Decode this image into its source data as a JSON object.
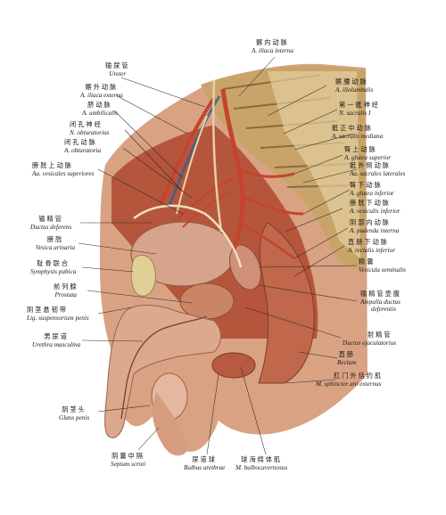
{
  "labels": {
    "a_iliaca_interna": {
      "cn": "髂内动脉",
      "la": "A. iliaca interna"
    },
    "ureter": {
      "cn": "输尿管",
      "la": "Ureter"
    },
    "a_iliaca_externa": {
      "cn": "髂外动脉",
      "la": "A. iliaca externa"
    },
    "a_umbilicalis": {
      "cn": "脐动脉",
      "la": "A. umbilicalis"
    },
    "n_obturatorius": {
      "cn": "闭孔神经",
      "la": "N. obturatorius"
    },
    "a_obturatoria": {
      "cn": "闭孔动脉",
      "la": "A. obturatoria"
    },
    "aa_vesicales_superiores": {
      "cn": "膀胱上动脉",
      "la": "Aa. vesicales superiores"
    },
    "ductus_deferens": {
      "cn": "输精管",
      "la": "Ductus deferens"
    },
    "vesica_urinaria": {
      "cn": "膀胱",
      "la": "Vesica urinaria"
    },
    "symphysis_pubica": {
      "cn": "耻骨联合",
      "la": "Symphysis pubica"
    },
    "prostata": {
      "cn": "前列腺",
      "la": "Prostata"
    },
    "lig_suspensorium_penis": {
      "cn": "阴茎悬韧带",
      "la": "Lig. suspensorium penis"
    },
    "urethra_masculina": {
      "cn": "男尿道",
      "la": "Urethra masculina"
    },
    "glans_penis": {
      "cn": "阴茎头",
      "la": "Glans penis"
    },
    "septum_scroti": {
      "cn": "阴囊中隔",
      "la": "Septum scroti"
    },
    "bulbus_urethrae": {
      "cn": "尿道球",
      "la": "Bulbus urethrae"
    },
    "m_bulbocavernosus": {
      "cn": "球海绵体肌",
      "la": "M. bulbocavernosus"
    },
    "a_iliolumbalis": {
      "cn": "髂腰动脉",
      "la": "A. iliolumbalis"
    },
    "n_sacralis_i": {
      "cn": "第一骶神经",
      "la": "N. sacralis I"
    },
    "a_sacralis_mediana": {
      "cn": "骶正中动脉",
      "la": "A. sacralis mediana"
    },
    "a_glutea_superior": {
      "cn": "臀上动脉",
      "la": "A. glutea superior"
    },
    "aa_sacrales_laterales": {
      "cn": "骶外侧动脉",
      "la": "Aa. sacrales laterales"
    },
    "a_glutea_inferior": {
      "cn": "臀下动脉",
      "la": "A. glutea inferior"
    },
    "a_vesicalis_inferior": {
      "cn": "膀胱下动脉",
      "la": "A. vesicalis inferior"
    },
    "a_pudenda_interna": {
      "cn": "阴部内动脉",
      "la": "A. pudenda interna"
    },
    "a_rectalis_inferior": {
      "cn": "直肠下动脉",
      "la": "A. rectalis inferior"
    },
    "vesicula_seminalis": {
      "cn": "精囊",
      "la": "Vesicula seminalis"
    },
    "ampulla_ductus_deferentis": {
      "cn": "输精管壶腹",
      "la": "Ampulla ductus",
      "la2": "deferentis"
    },
    "ductus_ejaculatorius": {
      "cn": "射精管",
      "la": "Ductus ejaculatorius"
    },
    "rectum": {
      "cn": "直肠",
      "la": "Rectum"
    },
    "m_sphincter_ani_externus": {
      "cn": "肛门外括约肌",
      "la": "M. sphincter ani externus"
    }
  },
  "colors": {
    "background": "#ffffff",
    "muscle": "#b8583f",
    "bone": "#d9c184",
    "artery": "#c4442e",
    "vein": "#3f5c8e",
    "organ": "#d8a88c",
    "skin": "#dba98d"
  }
}
